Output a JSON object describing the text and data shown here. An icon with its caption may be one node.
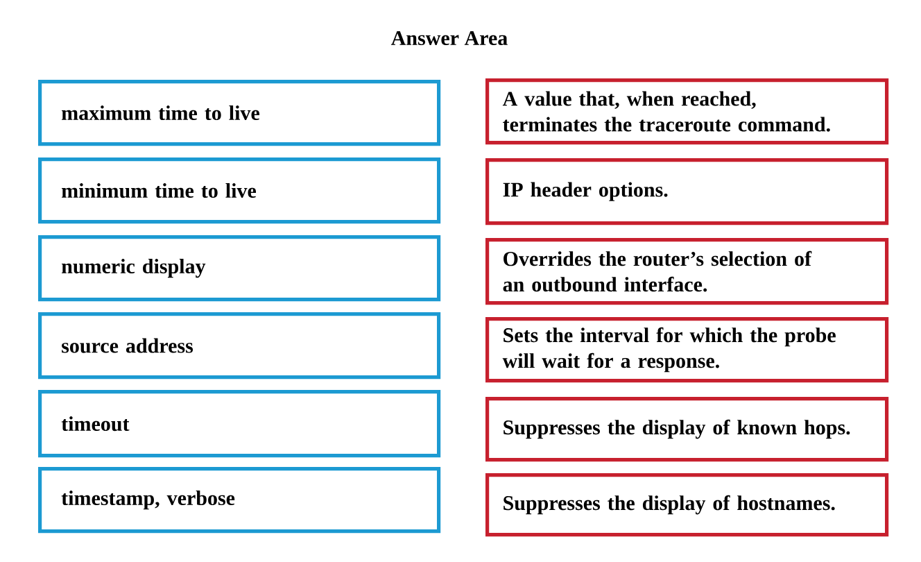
{
  "diagram": {
    "title": "Answer Area",
    "nodes": [
      {
        "text": [
          "maximum time to live"
        ]
      },
      {
        "text": [
          "A value that, when reached, terminates the traceroute command."
        ]
      },
      {
        "text": [
          "minimum time to live"
        ]
      },
      {
        "text": [
          "IP header options."
        ]
      },
      {
        "text": [
          "numeric display"
        ]
      },
      {
        "text": [
          "Overrides the router’s selection of an outbound interface."
        ]
      },
      {
        "text": [
          "source address"
        ]
      },
      {
        "text": [
          "Sets the interval for which the probe will wait for a response."
        ]
      },
      {
        "text": [
          "timeout"
        ]
      },
      {
        "text": [
          "Suppresses the display of known hops."
        ]
      },
      {
        "text": [
          "timestamp, verbose"
        ]
      },
      {
        "text": [
          "Suppresses the display of hostnames."
        ]
      }
    ]
  }
}
